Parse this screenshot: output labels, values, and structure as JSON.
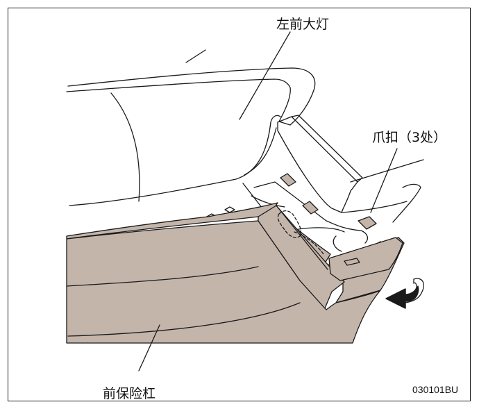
{
  "labels": {
    "headlight": "左前大灯",
    "clips": "爪扣（3处）",
    "bumper": "前保险杠",
    "figure_code": "030101BU"
  },
  "colors": {
    "bumper_fill": "#c4b5ab",
    "line": "#1a1a1a",
    "background": "#ffffff"
  }
}
